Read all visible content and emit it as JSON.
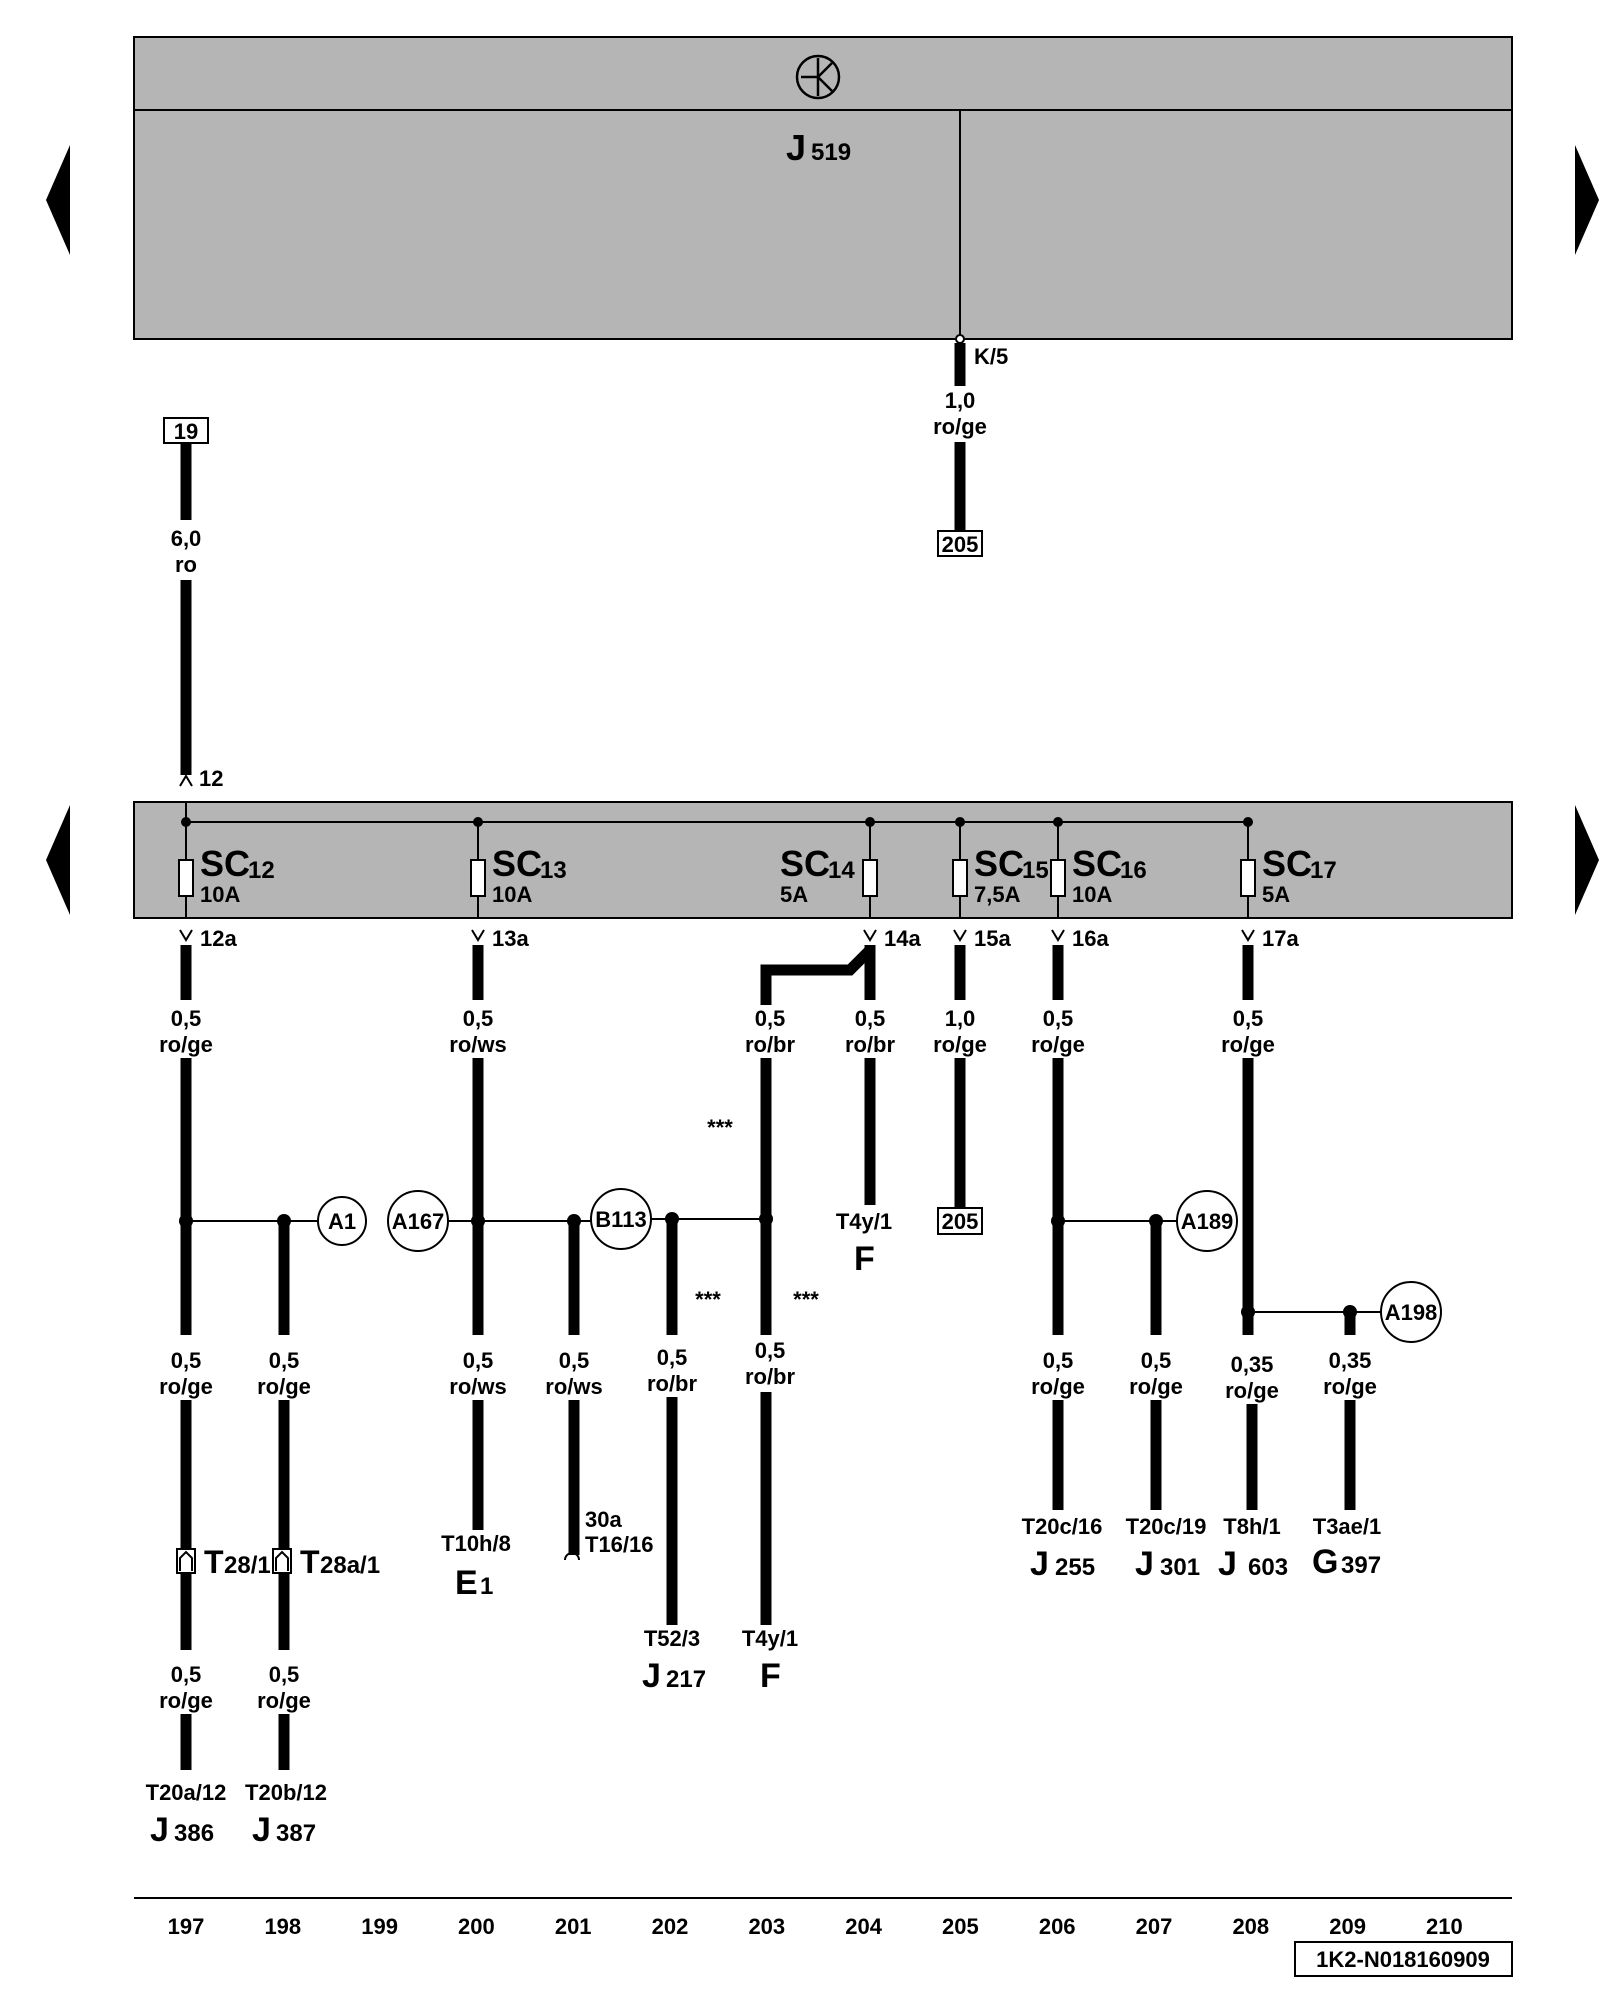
{
  "control_unit": {
    "letter": "J",
    "number": "519",
    "symbol": "ground-key-icon"
  },
  "top_connector": {
    "pin": "K/5",
    "size": "1,0",
    "color": "ro/ge",
    "ref": "205"
  },
  "supply": {
    "ref": "19",
    "size": "6,0",
    "color": "ro",
    "pin": "12"
  },
  "fuses": [
    {
      "name": "SC",
      "num": "12",
      "rating": "10A",
      "out": "12a"
    },
    {
      "name": "SC",
      "num": "13",
      "rating": "10A",
      "out": "13a"
    },
    {
      "name": "SC",
      "num": "14",
      "rating": "5A",
      "out": "14a"
    },
    {
      "name": "SC",
      "num": "15",
      "rating": "7,5A",
      "out": "15a"
    },
    {
      "name": "SC",
      "num": "16",
      "rating": "10A",
      "out": "16a"
    },
    {
      "name": "SC",
      "num": "17",
      "rating": "5A",
      "out": "17a"
    }
  ],
  "wires": {
    "w197a": {
      "size": "0,5",
      "color": "ro/ge"
    },
    "w200a": {
      "size": "0,5",
      "color": "ro/ws"
    },
    "w203a": {
      "size": "0,5",
      "color": "ro/br"
    },
    "w204a": {
      "size": "0,5",
      "color": "ro/br"
    },
    "w205a": {
      "size": "1,0",
      "color": "ro/ge"
    },
    "w206a": {
      "size": "0,5",
      "color": "ro/ge"
    },
    "w208a": {
      "size": "0,5",
      "color": "ro/ge"
    },
    "w197b": {
      "size": "0,5",
      "color": "ro/ge"
    },
    "w198b": {
      "size": "0,5",
      "color": "ro/ge"
    },
    "w200b": {
      "size": "0,5",
      "color": "ro/ws"
    },
    "w201b": {
      "size": "0,5",
      "color": "ro/ws"
    },
    "w202b": {
      "size": "0,5",
      "color": "ro/br"
    },
    "w203b": {
      "size": "0,5",
      "color": "ro/br"
    },
    "w206b": {
      "size": "0,5",
      "color": "ro/ge"
    },
    "w207b": {
      "size": "0,5",
      "color": "ro/ge"
    },
    "w208b": {
      "size": "0,35",
      "color": "ro/ge"
    },
    "w209b": {
      "size": "0,35",
      "color": "ro/ge"
    },
    "w197c": {
      "size": "0,5",
      "color": "ro/ge"
    },
    "w198c": {
      "size": "0,5",
      "color": "ro/ge"
    }
  },
  "splices": {
    "a1": "A1",
    "a167": "A167",
    "b113": "B113",
    "a189": "A189",
    "a198": "A198"
  },
  "stars": "***",
  "ref205_mid": "205",
  "connectors": {
    "t28": {
      "letter": "T",
      "sub": "28/1"
    },
    "t28a": {
      "letter": "T",
      "sub": "28a/1"
    },
    "t10h": "T10h/8",
    "t16_top": "30a",
    "t16": "T16/16",
    "t52": "T52/3",
    "t4y_204": "T4y/1",
    "t4y_203": "T4y/1",
    "t20c16": "T20c/16",
    "t20c19": "T20c/19",
    "t8h": "T8h/1",
    "t3ae": "T3ae/1",
    "t20a": "T20a/12",
    "t20b": "T20b/12"
  },
  "components": {
    "e1": {
      "letter": "E",
      "num": "1"
    },
    "f204": {
      "letter": "F",
      "num": ""
    },
    "j217": {
      "letter": "J",
      "num": "217"
    },
    "f203": {
      "letter": "F",
      "num": ""
    },
    "j255": {
      "letter": "J",
      "num": "255"
    },
    "j301": {
      "letter": "J",
      "num": "301"
    },
    "j603": {
      "letter": "J",
      "num": "603"
    },
    "g397": {
      "letter": "G",
      "num": "397"
    },
    "j386": {
      "letter": "J",
      "num": "386"
    },
    "j387": {
      "letter": "J",
      "num": "387"
    }
  },
  "tracks": [
    "197",
    "198",
    "199",
    "200",
    "201",
    "202",
    "203",
    "204",
    "205",
    "206",
    "207",
    "208",
    "209",
    "210"
  ],
  "doc_code": "1K2-N018160909",
  "nav": {
    "left_icon": "triangle-left-icon",
    "right_icon": "triangle-right-icon"
  }
}
